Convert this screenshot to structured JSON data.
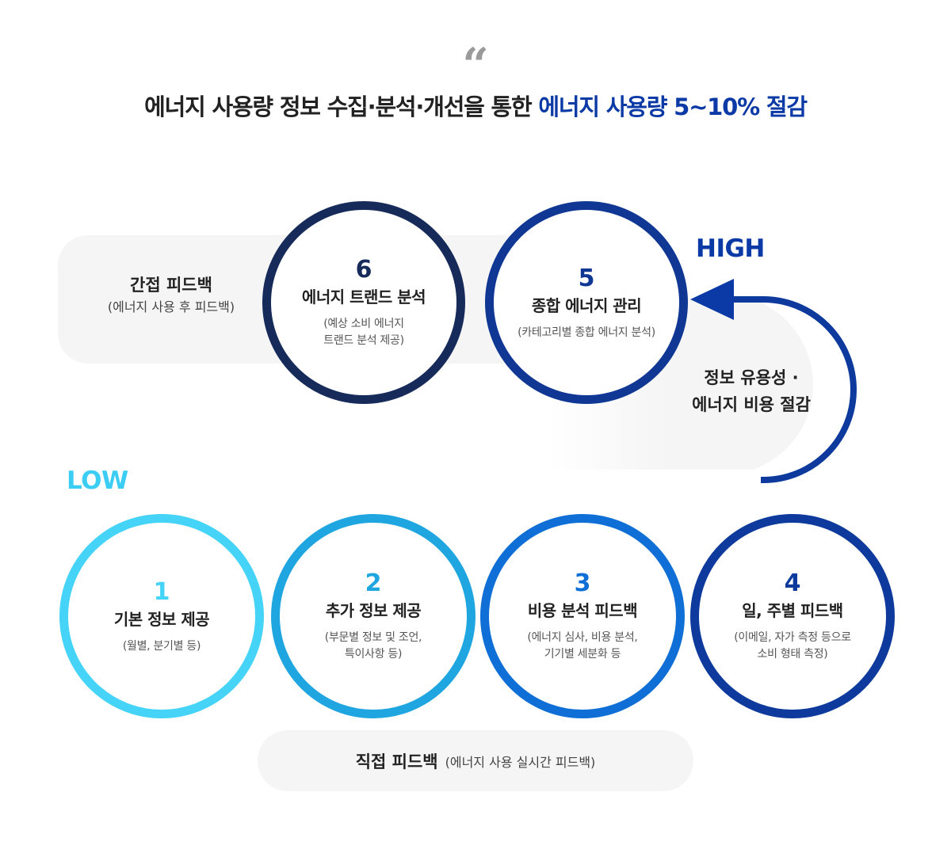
{
  "header": {
    "quote_mark": "“",
    "headline_prefix": "에너지 사용량 정보 수집·분석·개선을 통한 ",
    "headline_highlight": "에너지 사용량 5~10% 절감"
  },
  "indirect_feedback": {
    "title": "간접 피드백",
    "subtitle": "(에너지 사용 후 피드백)"
  },
  "direct_feedback": {
    "title": "직접 피드백",
    "subtitle": "(에너지 사용 실시간 피드백)"
  },
  "levels": {
    "high": "HIGH",
    "low": "LOW"
  },
  "benefit": {
    "line1": "정보 유용성 ·",
    "line2": "에너지 비용 절감"
  },
  "steps": [
    {
      "number": "1",
      "title": "기본 정보 제공",
      "description": "(월별, 분기별 등)"
    },
    {
      "number": "2",
      "title": "추가 정보 제공",
      "description": "(부문별 정보 및 조언,\n특이사항 등)"
    },
    {
      "number": "3",
      "title": "비용 분석 피드백",
      "description": "(에너지 심사, 비용 분석,\n기기별 세분화 등"
    },
    {
      "number": "4",
      "title": "일, 주별 피드백",
      "description": "(이메일, 자가 측정 등으로\n소비 형태 측정)"
    },
    {
      "number": "5",
      "title": "종합 에너지 관리",
      "description": "(카테고리별 종합 에너지 분석)"
    },
    {
      "number": "6",
      "title": "에너지 트랜드 분석",
      "description": "(예상 소비 에너지\n트랜드 분석 제공)"
    }
  ],
  "colors": {
    "step1": "#45d3f7",
    "step2": "#1fa6e0",
    "step3": "#0f6fd6",
    "step4": "#0d3a9c",
    "step5": "#0f3793",
    "step6": "#162b59",
    "highlight": "#0b3aa6",
    "panel": "#f5f5f5"
  }
}
